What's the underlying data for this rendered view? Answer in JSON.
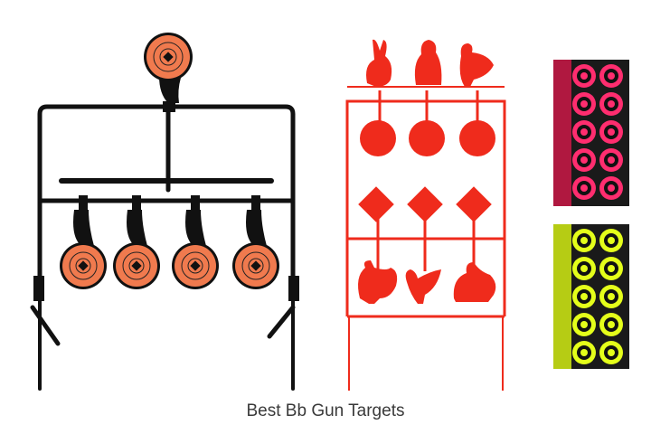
{
  "caption": "Best Bb Gun Targets",
  "colors": {
    "steel_frame": "#111111",
    "steel_target": "#f07a4e",
    "red_target": "#ef2b1c",
    "sticker_dark": "#1a1a1a",
    "sticker_pink": "#ff2d6f",
    "sticker_yellow": "#e4ff1a"
  },
  "products": [
    {
      "name": "steel-resetting-target",
      "icon": "steel-spinner-target-icon"
    },
    {
      "name": "red-animal-spinner-target",
      "icon": "animal-silhouette-target-icon"
    },
    {
      "name": "pink-sticker-targets",
      "icon": "sticker-sheet-icon"
    },
    {
      "name": "yellow-sticker-targets",
      "icon": "sticker-sheet-icon"
    }
  ]
}
